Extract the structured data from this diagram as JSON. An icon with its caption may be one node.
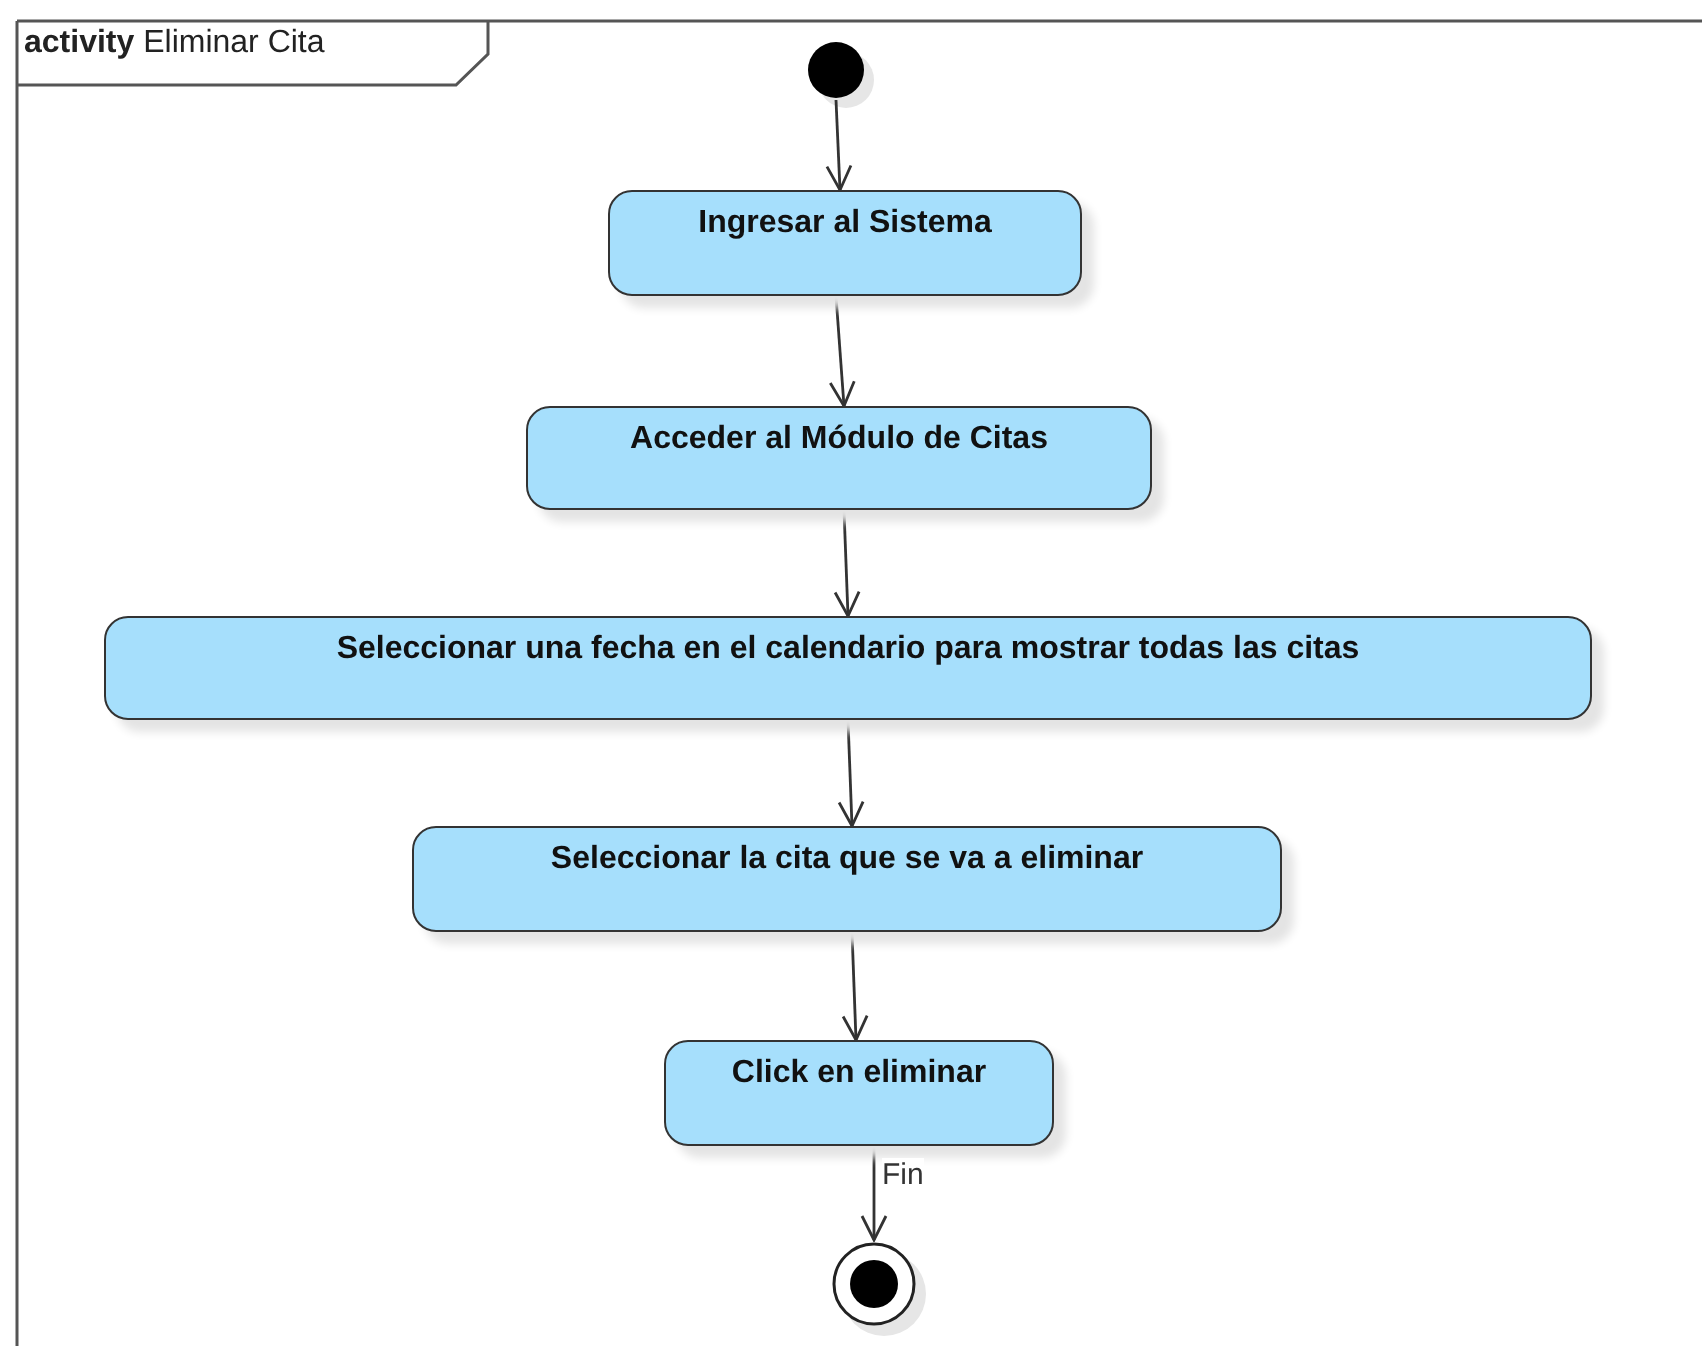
{
  "diagram": {
    "title": "**activity** Eliminar Cita",
    "nodes": [
      {
        "text": [],
        "shape": "circle"
      },
      {
        "text": [
          "Ingresar al Sistema"
        ]
      },
      {
        "text": [
          "Acceder al Módulo de Citas"
        ]
      },
      {
        "text": [
          "Seleccionar una fecha en el calendario para mostrar todas las citas"
        ]
      },
      {
        "text": [
          "Seleccionar la cita que se va a eliminar"
        ]
      },
      {
        "text": [
          "Click en eliminar"
        ]
      },
      {
        "text": [],
        "shape": "bullseye"
      }
    ],
    "edges": [
      {
        "from": 0,
        "to": 1,
        "arrow": "to"
      },
      {
        "from": 1,
        "to": 2,
        "arrow": "to"
      },
      {
        "from": 2,
        "to": 3,
        "arrow": "to"
      },
      {
        "from": 3,
        "to": 4,
        "arrow": "to"
      },
      {
        "from": 4,
        "to": 5,
        "arrow": "to"
      },
      {
        "from": 5,
        "to": 6,
        "arrow": "to",
        "label": "Fin"
      }
    ]
  }
}
